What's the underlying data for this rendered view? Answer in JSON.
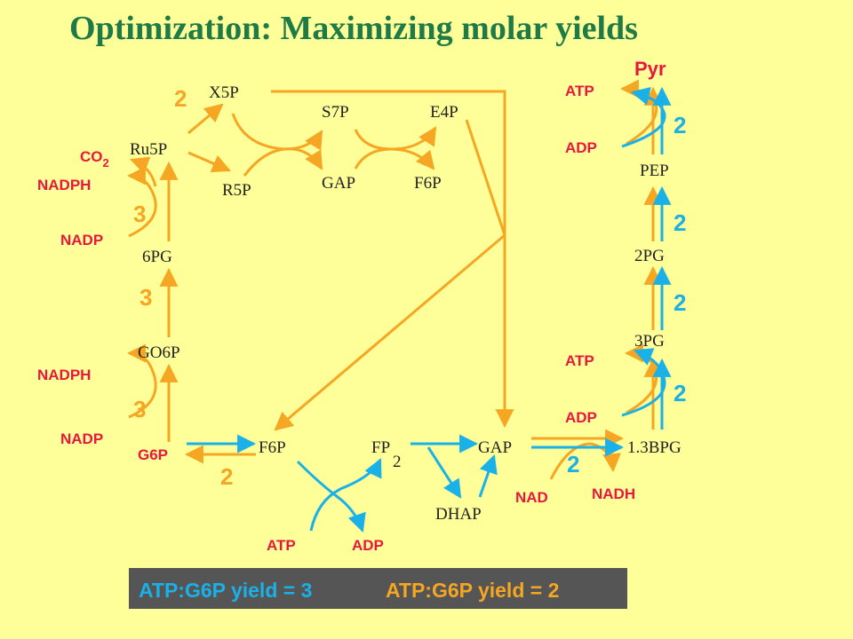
{
  "title": "Optimization: Maximizing molar yields",
  "metabolites": {
    "x5p": "X5P",
    "s7p": "S7P",
    "e4p": "E4P",
    "ru5p": "Ru5P",
    "r5p": "R5P",
    "gap_top": "GAP",
    "f6p_top": "F6P",
    "pg6": "6PG",
    "go6p": "GO6P",
    "f6p": "F6P",
    "fp": "FP",
    "fp_sub": "2",
    "gap": "GAP",
    "dhap": "DHAP",
    "bpg": "1.3BPG",
    "pg3": "3PG",
    "pg2": "2PG",
    "pep": "PEP"
  },
  "products": {
    "pyr": "Pyr"
  },
  "cofactors": {
    "co2": "CO",
    "co2_sub": "2",
    "nadph_1": "NADPH",
    "nadp_1": "NADP",
    "nadph_2": "NADPH",
    "nadp_2": "NADP",
    "g6p": "G6P",
    "atp_bottom": "ATP",
    "adp_bottom": "ADP",
    "nad": "NAD",
    "nadh": "NADH",
    "atp_3pg": "ATP",
    "adp_3pg": "ADP",
    "atp_pyr": "ATP",
    "adp_pyr": "ADP"
  },
  "stoich": {
    "x5p": "2",
    "ru5p": "3",
    "pg6": "3",
    "go6p": "3",
    "f6p": "2",
    "gapdh": "2",
    "bpg": "2",
    "pg3": "2",
    "pg2": "2",
    "pep": "2"
  },
  "yields": {
    "blue": "ATP:G6P yield = 3",
    "orange": "ATP:G6P yield = 2"
  },
  "colors": {
    "background": "#ffff99",
    "title": "#1e7a46",
    "orange": "#f5a623",
    "blue": "#1ab0e8",
    "red": "#e8173f",
    "yield_box": "#555555"
  }
}
